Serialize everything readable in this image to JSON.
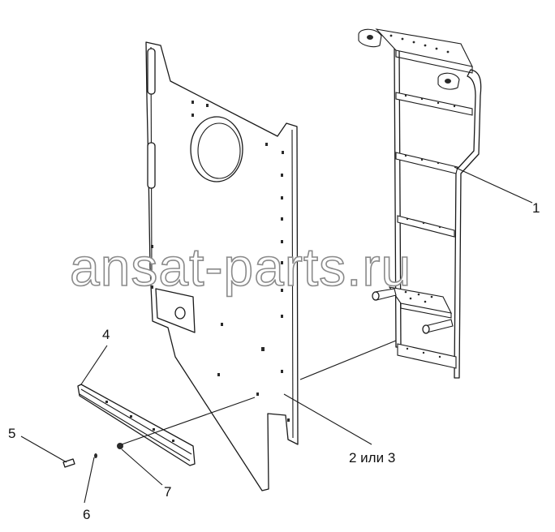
{
  "watermark": "ansat-parts.ru",
  "callouts": {
    "c1": "1",
    "c23": "2 или 3",
    "c4": "4",
    "c5": "5",
    "c6": "6",
    "c7": "7"
  },
  "colors": {
    "line": "#1a1a1a",
    "watermark_outline": "#8a8a8a",
    "background": "#ffffff"
  }
}
